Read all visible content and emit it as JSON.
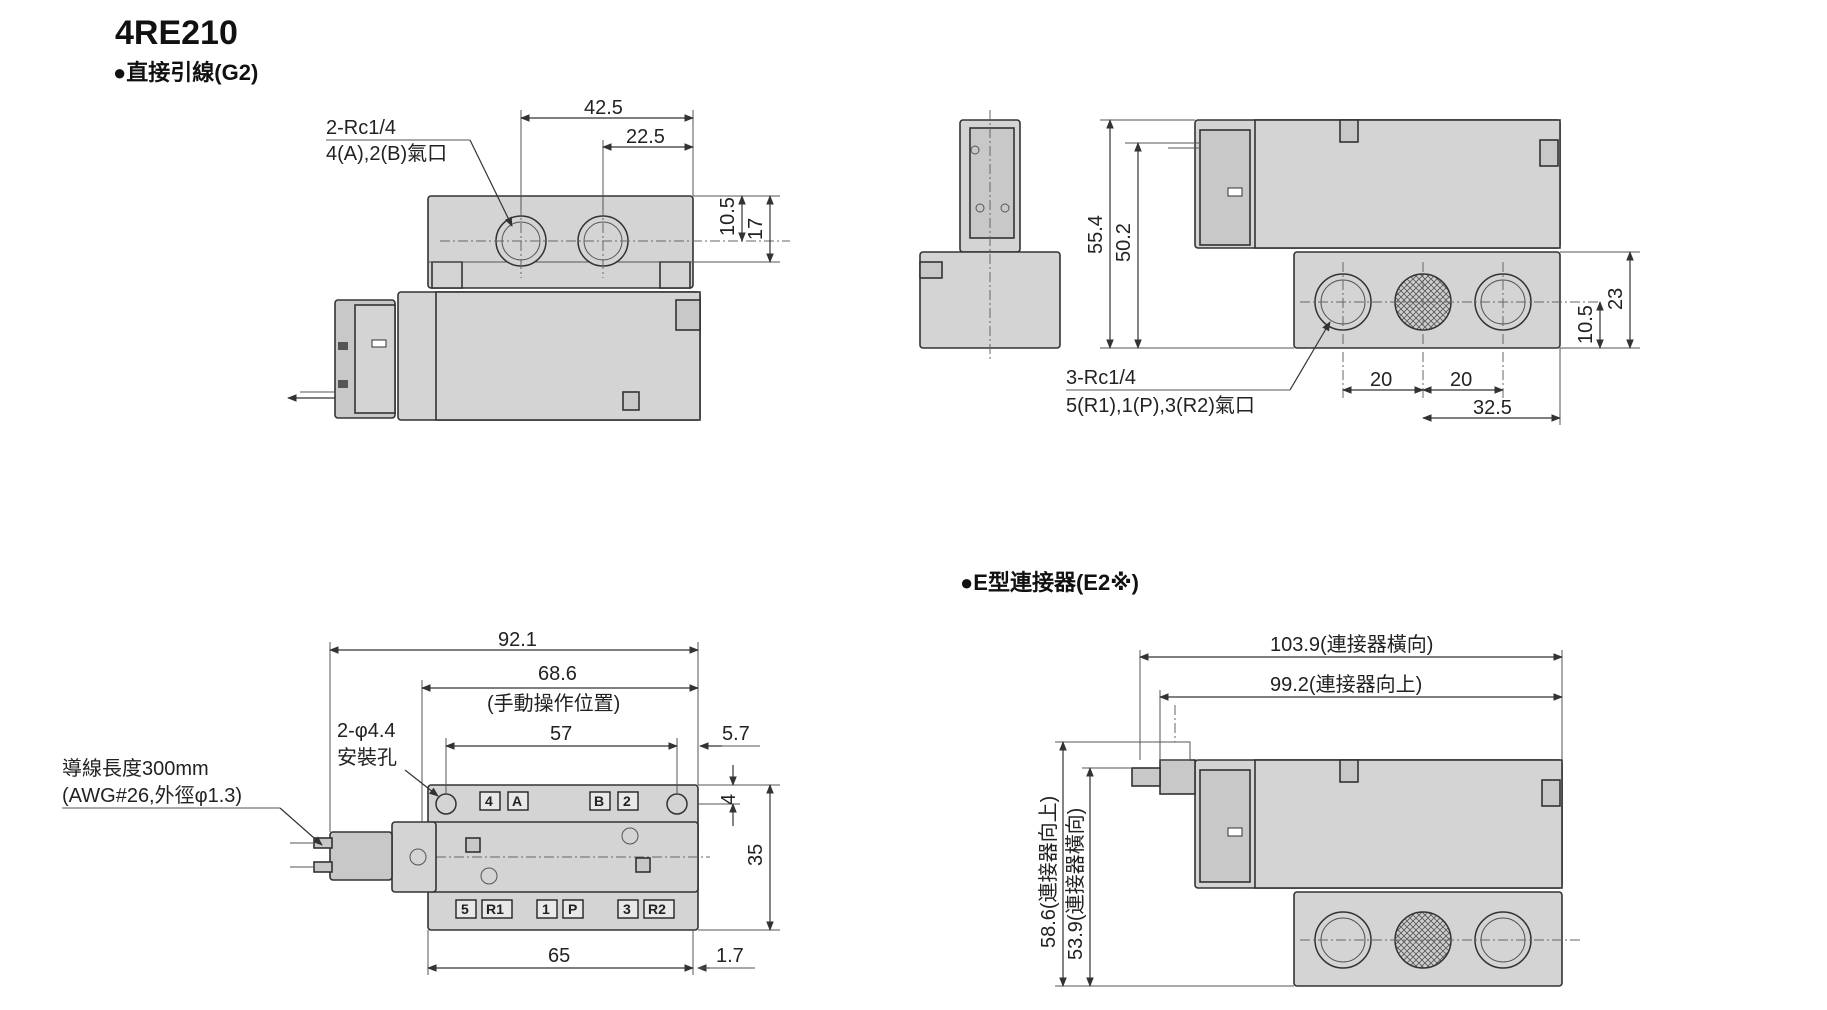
{
  "model": "4RE210",
  "section_direct": "●直接引線(G2)",
  "section_connector": "●E型連接器(E2※)",
  "front_view": {
    "port_callout_1": "2-Rc1/4",
    "port_callout_2": "4(A),2(B)氣口",
    "dim_42_5": "42.5",
    "dim_22_5": "22.5",
    "dim_10_5": "10.5",
    "dim_17": "17"
  },
  "side_view": {
    "dim_55_4": "55.4",
    "dim_50_2": "50.2",
    "dim_23": "23",
    "dim_10_5": "10.5",
    "dim_20a": "20",
    "dim_20b": "20",
    "dim_32_5": "32.5",
    "port_callout_1": "3-Rc1/4",
    "port_callout_2": "5(R1),1(P),3(R2)氣口"
  },
  "top_view": {
    "dim_92_1": "92.1",
    "dim_68_6": "68.6",
    "dim_68_6_note": "(手動操作位置)",
    "dim_57": "57",
    "dim_5_7": "5.7",
    "dim_4": "4",
    "dim_35": "35",
    "dim_65": "65",
    "dim_1_7": "1.7",
    "mount_hole_1": "2-φ4.4",
    "mount_hole_2": "安裝孔",
    "wire_1": "導線長度300mm",
    "wire_2": "(AWG#26,外徑φ1.3)",
    "port_labels_top": [
      "4",
      "A",
      "B",
      "2"
    ],
    "port_labels_bottom": [
      "5",
      "R1",
      "1",
      "P",
      "3",
      "R2"
    ]
  },
  "connector_view": {
    "dim_103_9": "103.9(連接器橫向)",
    "dim_99_2": "99.2(連接器向上)",
    "dim_58_6": "58.6(連接器向上)",
    "dim_53_9": "53.9(連接器橫向)"
  }
}
